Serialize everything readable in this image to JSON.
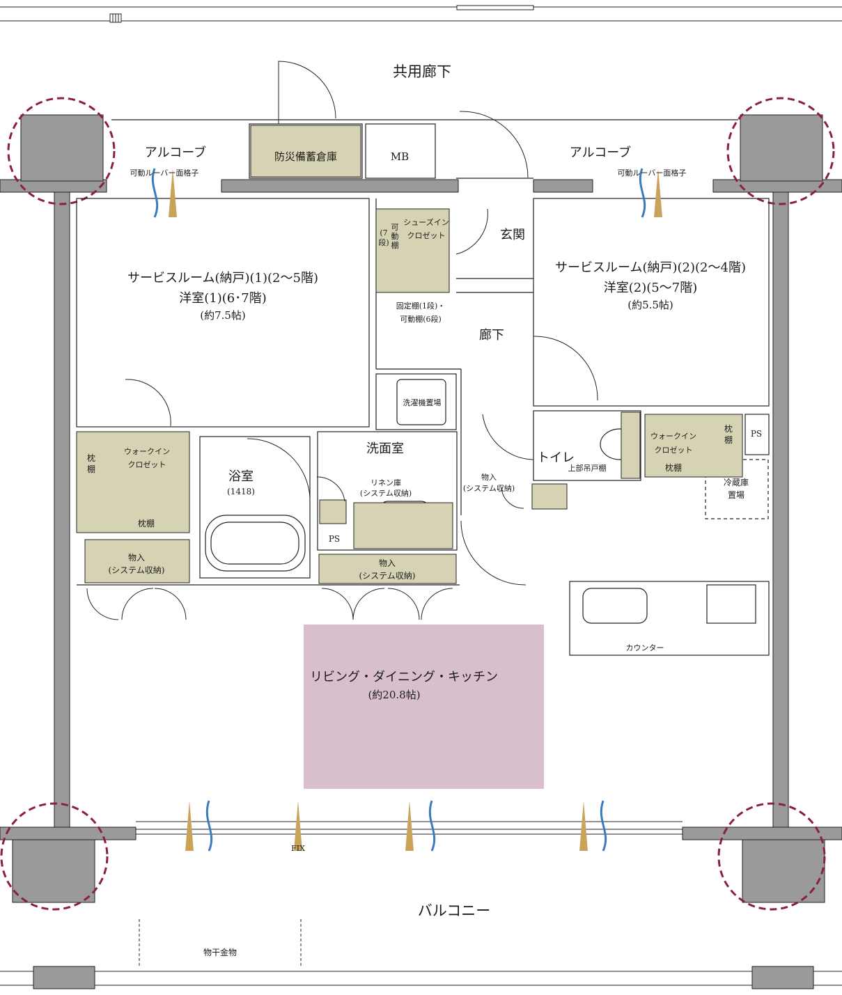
{
  "colors": {
    "wall": "#9a9a9a",
    "column": "#9a9a9a",
    "storage": "#d6d3b5",
    "ldk_highlight": "#d8bfcb",
    "column_ring": "#8a1f3f",
    "window_arrow_gold": "#c9a35a",
    "window_arrow_blue": "#3a7bbf"
  },
  "labels": {
    "corridor": "共用廊下",
    "alcove_left": "アルコーブ",
    "alcove_right": "アルコーブ",
    "louver_left": "可動ルーバー面格子",
    "louver_right": "可動ルーバー面格子",
    "disaster_store": "防災備蓄倉庫",
    "mb": "MB",
    "entrance": "玄関",
    "shoe_closet_line1": "シューズイン",
    "shoe_closet_line2": "クロゼット",
    "movable_shelf_v1": "可",
    "movable_shelf_v2": "動",
    "movable_shelf_v3": "棚",
    "movable_shelf_v4": "(7",
    "movable_shelf_v5": "段)",
    "fixed_shelf_line1": "固定棚(1段)・",
    "fixed_shelf_line2": "可動棚(6段)",
    "hallway": "廊下",
    "room1_line1": "サービスルーム(納戸)(1)(2〜5階)",
    "room1_line2": "洋室(1)(6･7階)",
    "room1_area": "(約7.5帖)",
    "room2_line1": "サービスルーム(納戸)(2)(2〜4階)",
    "room2_line2": "洋室(2)(5〜7階)",
    "room2_area": "(約5.5帖)",
    "laundry": "洗濯機置場",
    "washroom": "洗面室",
    "bath": "浴室",
    "bath_size": "(1418)",
    "linen_line1": "リネン庫",
    "linen_line2": "(システム収納)",
    "ps": "PS",
    "ps_right": "PS",
    "storage_mid_line1": "物入",
    "storage_mid_line2": "(システム収納)",
    "storage_left_line1": "物入",
    "storage_left_line2": "(システム収納)",
    "storage_hall_line1": "物入",
    "storage_hall_line2": "(システム収納)",
    "wic_left_line1": "ウォークイン",
    "wic_left_line2": "クロゼット",
    "pillow_shelf_v1": "枕",
    "pillow_shelf_v2": "棚",
    "pillow_shelf_bottom": "枕棚",
    "toilet": "トイレ",
    "upper_cabinet": "上部吊戸棚",
    "wic_right_line1": "ウォークイン",
    "wic_right_line2": "クロゼット",
    "pillow_right_v1": "枕",
    "pillow_right_v2": "棚",
    "pillow_right_bottom": "枕棚",
    "fridge_line1": "冷蔵庫",
    "fridge_line2": "置場",
    "counter": "カウンター",
    "ldk_line1": "リビング・ダイニング・キッチン",
    "ldk_area": "(約20.8帖)",
    "fix": "FIX",
    "balcony": "バルコニー",
    "laundry_pole": "物干金物"
  }
}
